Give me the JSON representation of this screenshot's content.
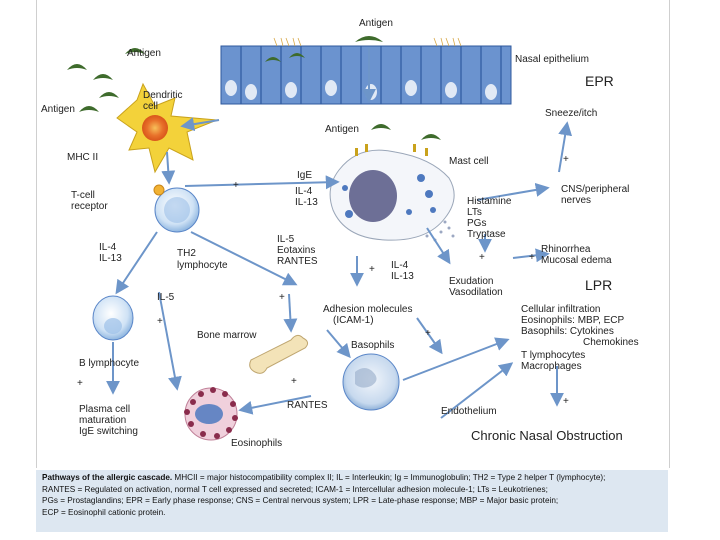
{
  "labels": {
    "antigen_top": "Antigen",
    "nasal_epithelium": "Nasal epithelium",
    "epr": "EPR",
    "antigen_left_top": "Antigen",
    "dendritic_cell": "Dendritic cell",
    "antigen_left": "Antigen",
    "sneeze_itch": "Sneeze/itch",
    "antigen_mid": "Antigen",
    "mhc_ii": "MHC II",
    "ige": "IgE",
    "mast_cell": "Mast cell",
    "t_cell_receptor": "T-cell receptor",
    "il4_il13_a": "IL-4\nIL-13",
    "cns_peripheral": "CNS/peripheral\nnerves",
    "histamine_list": "Histamine\nLTs\nPGs\nTryptase",
    "il4_il13_left": "IL-4\nIL-13",
    "th2_lymphocyte": "TH2\nlymphocyte",
    "il5_eotaxins": "IL-5\nEotaxins\nRANTES",
    "rhinorrhea": "Rhinorrhea\nMucosal edema",
    "il4_il13_b": "IL-4\nIL-13",
    "exudation": "Exudation\nVasodilation",
    "lpr": "LPR",
    "il5": "IL-5",
    "adhesion": "Adhesion molecules\n(ICAM-1)",
    "cellular_infiltration": "Cellular infiltration\nEosinophils: MBP, ECP\nBasophils: Cytokines\n                    Chemokines",
    "bone_marrow": "Bone marrow",
    "basophils": "Basophils",
    "t_lymph_macro": "T lymphocytes\nMacrophages",
    "b_lymphocyte": "B lymphocyte",
    "plasma_cell": "Plasma cell\nmaturation\nIgE switching",
    "rantes": "RANTES",
    "endothelium": "Endothelium",
    "eosinophils": "Eosinophils",
    "chronic": "Chronic Nasal Obstruction",
    "plus": "+"
  },
  "caption": {
    "line1_bold": "Pathways of the allergic cascade.",
    "line1": " MHCII = major histocompatibility complex II; IL = Interleukin; Ig = Immunoglobulin; TH2 = Type 2 helper T (lymphocyte);",
    "line2": "RANTES = Regulated on activation, normal T cell expressed and secreted; ICAM-1 = Intercellular adhesion molecule-1; LTs = Leukotrienes;",
    "line3": "PGs = Prostaglandins; EPR = Early phase response; CNS = Central nervous system; LPR = Late-phase response; MBP = Major basic protein;",
    "line4": "ECP = Eosinophil cationic protein."
  },
  "colors": {
    "epithelium": "#5a86c8",
    "epithelium_dark": "#2f5a9e",
    "antigen": "#3e6b2c",
    "arrow": "#7fa6d4",
    "dendritic": "#f3d23a",
    "dendritic_nucleus": "#e8712a",
    "cell_blue": "#cfe2f5",
    "caption_bg": "#dde7f1"
  }
}
